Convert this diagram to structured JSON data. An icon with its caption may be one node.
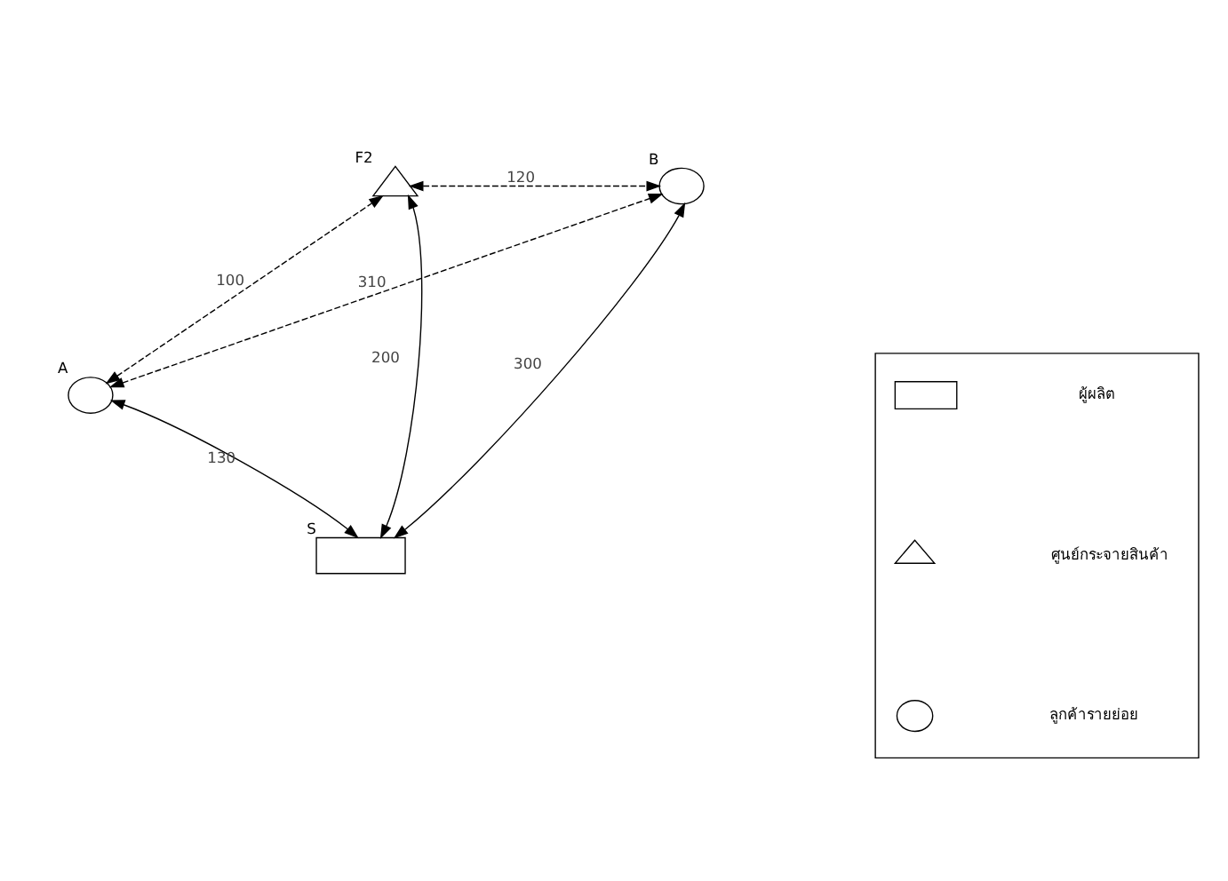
{
  "diagram": {
    "nodes": [
      {
        "text": [],
        "shape": "triangle",
        "beside": [
          "F2"
        ]
      },
      {
        "text": [],
        "shape": "circle",
        "beside": [
          "B"
        ]
      },
      {
        "text": [],
        "shape": "circle",
        "beside": [
          "A"
        ]
      },
      {
        "text": [],
        "shape": "box",
        "beside": [
          "S"
        ]
      },
      {
        "text": [],
        "shape": "box"
      },
      {
        "text": [],
        "shape": "box",
        "in": 4
      },
      {
        "text": [],
        "shape": "triangle",
        "in": 4
      },
      {
        "text": [],
        "shape": "circle",
        "in": 4
      }
    ],
    "edges": [
      {
        "from": 2,
        "to": 0,
        "arrow": "both",
        "label": "100",
        "style": "dashed"
      },
      {
        "from": 0,
        "to": 1,
        "arrow": "both",
        "label": "120",
        "style": "dashed"
      },
      {
        "from": 2,
        "to": 1,
        "arrow": "both",
        "label": "310",
        "style": "dashed"
      },
      {
        "from": 3,
        "to": 0,
        "arrow": "both",
        "label": "200"
      },
      {
        "from": 3,
        "to": 1,
        "arrow": "both",
        "label": "300"
      },
      {
        "from": 2,
        "to": 3,
        "arrow": "both",
        "label": "130"
      }
    ],
    "legend": [
      {
        "text": "ผู้ผลิต"
      },
      {
        "text": "ศูนย์กระจายสินค้า"
      },
      {
        "text": "ลูกค้ารายย่อย"
      }
    ]
  }
}
